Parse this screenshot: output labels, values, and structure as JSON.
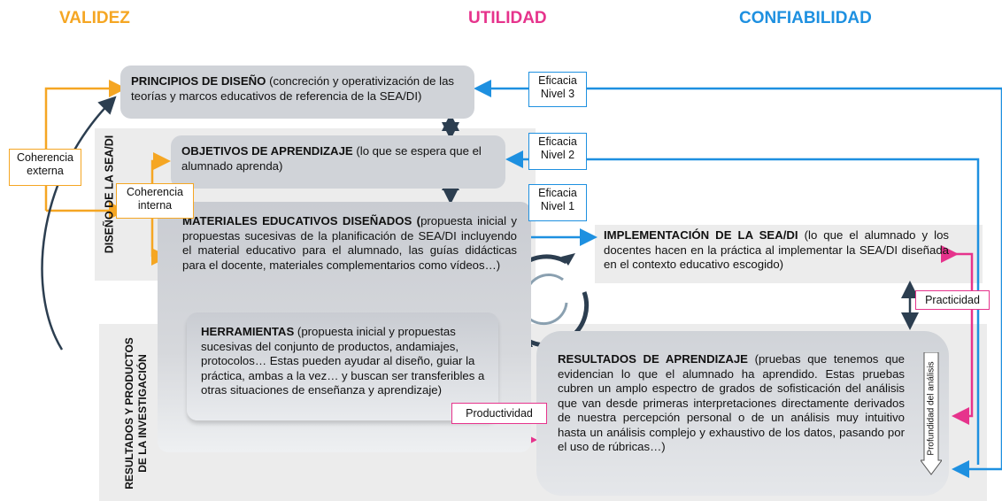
{
  "headers": {
    "validez": "VALIDEZ",
    "utilidad": "UTILIDAD",
    "confiabilidad": "CONFIABILIDAD"
  },
  "colors": {
    "validez": "#f5a623",
    "utilidad": "#e6338c",
    "confiabilidad": "#1e90e0",
    "dark_arrow": "#2c3e50",
    "box_gray": "#d0d3d8",
    "band_gray": "#ececec"
  },
  "side_labels": {
    "diseno": "DISEÑO DE LA SEA/DI",
    "resultados": "RESULTADOS Y PRODUCTOS\nDE LA INVESTIGACIÓN",
    "profundidad": "Profundidad del análisis"
  },
  "boxes": {
    "principios": {
      "title": "PRINCIPIOS DE DISEÑO",
      "text": " (concreción y operativización de las teorías y marcos educativos de referencia de la SEA/DI)"
    },
    "objetivos": {
      "title": "OBJETIVOS DE APRENDIZAJE",
      "text": " (lo que se espera que el alumnado aprenda)"
    },
    "materiales": {
      "title": "MATERIALES EDUCATIVOS DISEÑADOS (",
      "text": "propuesta inicial y propuestas sucesivas de la planificación de SEA/DI incluyendo el material educativo para el alumnado, las guías didácticas para el docente, materiales complementarios como vídeos…)"
    },
    "herramientas": {
      "title": "HERRAMIENTAS",
      "text": " (propuesta inicial y propuestas sucesivas del conjunto de productos, andamiajes, protocolos… Estas pueden ayudar al diseño, guiar la práctica, ambas a la vez… y buscan ser transferibles a otras situaciones de enseñanza y aprendizaje)"
    },
    "implementacion": {
      "title": "IMPLEMENTACIÓN DE LA SEA/DI",
      "text": " (lo que el alumnado y los docentes hacen en la práctica al implementar la SEA/DI diseñada en el contexto educativo escogido)"
    },
    "resultados": {
      "title": "RESULTADOS DE APRENDIZAJE",
      "text": " (pruebas que tenemos que evidencian lo que el alumnado ha aprendido. Estas pruebas cubren un amplo espectro de grados de sofisticación del análisis que van desde primeras interpretaciones directamente derivados de nuestra percepción personal o de un análisis muy intuitivo hasta un análisis complejo y exhaustivo de los datos, pasando por el uso de rúbricas…)"
    }
  },
  "labels": {
    "coherencia_externa": "Coherencia externa",
    "coherencia_interna": "Coherencia interna",
    "eficacia_3": "Eficacia Nivel 3",
    "eficacia_2": "Eficacia Nivel 2",
    "eficacia_1": "Eficacia Nivel 1",
    "practicidad": "Practicidad",
    "productividad": "Productividad"
  }
}
